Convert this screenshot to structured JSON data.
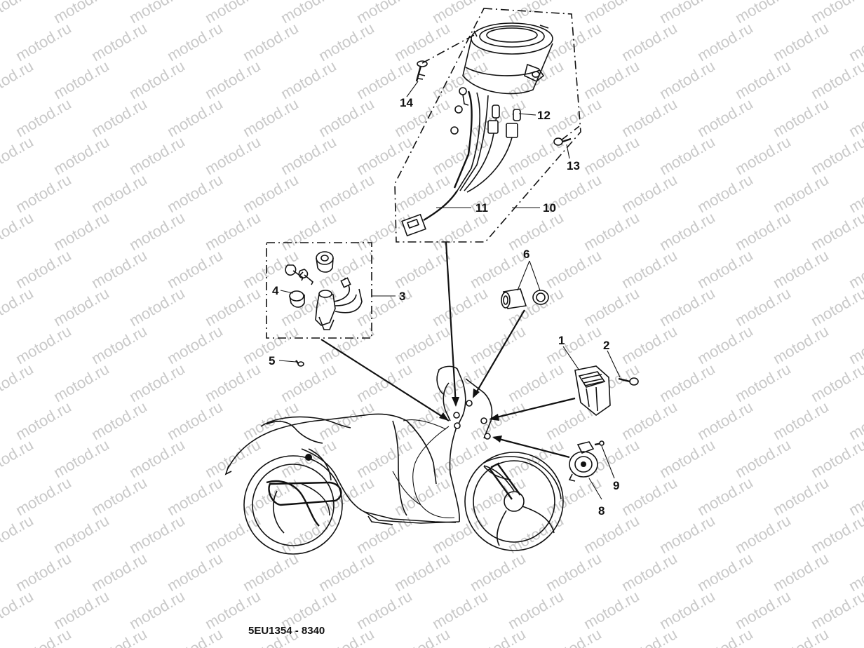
{
  "watermark": "motod.ru",
  "document_id": "5EU1354 - 8340",
  "callouts": {
    "c1": "1",
    "c2": "2",
    "c3": "3",
    "c4": "4",
    "c5": "5",
    "c6": "6",
    "c7": "8",
    "c9": "9",
    "c10": "10",
    "c11": "11",
    "c12": "12",
    "c13": "13",
    "c14": "14"
  }
}
